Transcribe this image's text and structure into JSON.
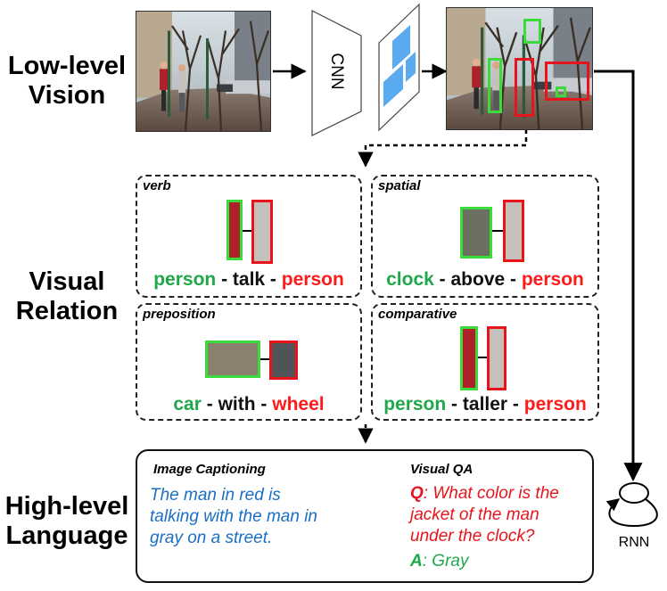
{
  "rows": {
    "low_level": [
      "Low-level",
      "Vision"
    ],
    "visual_relation": [
      "Visual",
      "Relation"
    ],
    "high_level": [
      "High-level",
      "Language"
    ]
  },
  "pipeline": {
    "cnn_label": "CNN",
    "rnn_label": "RNN"
  },
  "relations": [
    {
      "title": "verb",
      "subject": "person",
      "predicate": "talk",
      "object": "person"
    },
    {
      "title": "spatial",
      "subject": "clock",
      "predicate": "above",
      "object": "person"
    },
    {
      "title": "preposition",
      "subject": "car",
      "predicate": "with",
      "object": "wheel"
    },
    {
      "title": "comparative",
      "subject": "person",
      "predicate": "taller",
      "object": "person"
    }
  ],
  "separator": " - ",
  "language": {
    "captioning": {
      "heading": "Image Captioning",
      "lines": [
        "The man in red is",
        "talking with the man in",
        "gray on a street."
      ]
    },
    "vqa": {
      "heading": "Visual QA",
      "q_label": "Q",
      "q_lines": [
        ": What color is the",
        "jacket  of the man",
        "under the clock?"
      ],
      "a_label": "A",
      "a_text": ": Gray"
    }
  },
  "colors": {
    "subject": "#1ea84a",
    "object": "#ff1a1a",
    "caption": "#1a6fc4",
    "question": "#e8141c",
    "answer": "#1ea84a",
    "feature_map": "#5aaaf0"
  }
}
